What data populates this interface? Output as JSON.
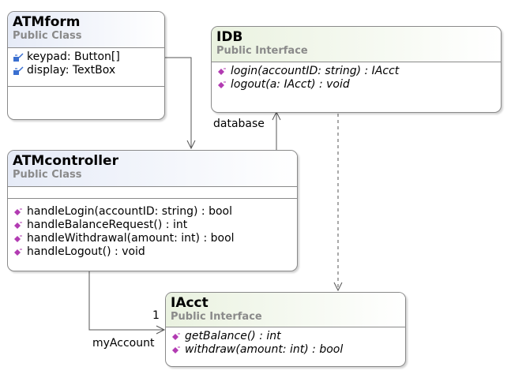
{
  "diagram": {
    "classes": [
      {
        "id": "atmform",
        "name": "ATMform",
        "stereotype": "Public Class",
        "attributes": [
          "keypad: Button[]",
          "display: TextBox"
        ],
        "attribute_icon": "field-icon"
      },
      {
        "id": "atmcontroller",
        "name": "ATMcontroller",
        "stereotype": "Public Class",
        "operations": [
          "handleLogin(accountID: string) : bool",
          "handleBalanceRequest() : int",
          "handleWithdrawal(amount: int) : bool",
          "handleLogout() : void"
        ],
        "operation_icon": "method-icon"
      }
    ],
    "interfaces": [
      {
        "id": "idb",
        "name": "IDB",
        "stereotype": "Public Interface",
        "operations": [
          "login(accountID: string) : IAcct",
          "logout(a: IAcct) : void"
        ],
        "operation_icon": "method-icon"
      },
      {
        "id": "iacct",
        "name": "IAcct",
        "stereotype": "Public Interface",
        "operations": [
          "getBalance() : int",
          "withdraw(amount: int) : bool"
        ],
        "operation_icon": "method-icon"
      }
    ],
    "connectors": {
      "database_label": "database",
      "myaccount_label": "myAccount",
      "multiplicity": "1"
    },
    "colors": {
      "border": "#8a8a8a",
      "class_header": "#e6ebf7",
      "interface_header": "#eaf2e0",
      "stereotype_text": "#8a8a8a",
      "method_icon": "#b23bb2",
      "field_icon": "#3a6fd0"
    }
  }
}
